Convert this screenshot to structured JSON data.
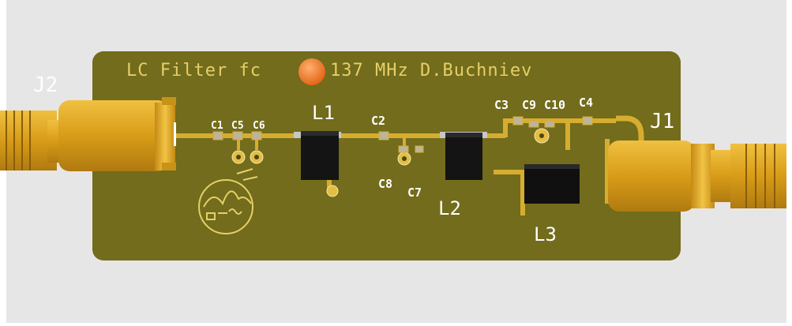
{
  "board": {
    "title": "LC Filter fc",
    "title_value": "137 MHz D.Buchniev"
  },
  "connectors": {
    "j1": "J1",
    "j2": "J2"
  },
  "components": {
    "c1": "C1",
    "c5": "C5",
    "c6": "C6",
    "l1": "L1",
    "c2": "C2",
    "c8": "C8",
    "c7": "C7",
    "l2": "L2",
    "c3": "C3",
    "c9": "C9",
    "c10": "C10",
    "c4": "C4",
    "l3": "L3"
  },
  "colors": {
    "background": "#e6e6e6",
    "board": "#726c1c",
    "silkscreen": "#e6cf68",
    "gold": "#d4a020",
    "inductor": "#111111",
    "led": "#f07020"
  }
}
